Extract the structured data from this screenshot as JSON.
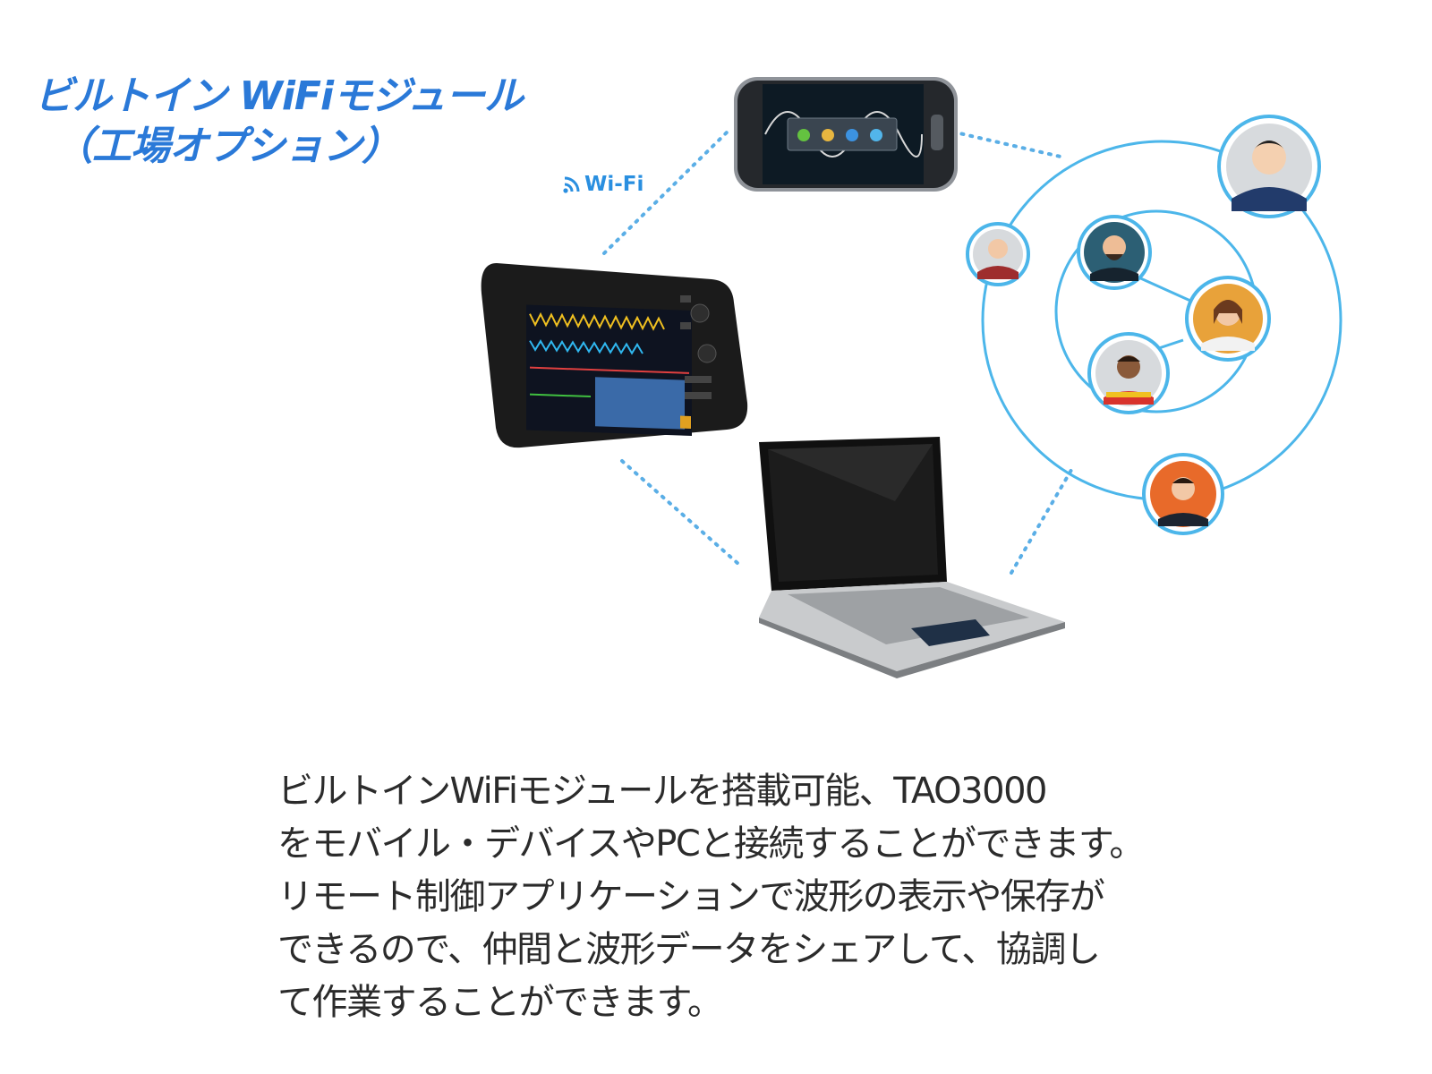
{
  "title": {
    "line1": "ビルトイン WiFiモジュール",
    "line2": "（工場オプション）"
  },
  "wifi_label": "Wi-Fi",
  "description": {
    "line1": "ビルトインWiFiモジュールを搭載可能、TAO3000",
    "line2": "をモバイル・デバイスやPCと接続することができます。",
    "line3": "リモート制御アプリケーションで波形の表示や保存が",
    "line4": "できるので、仲間と波形データをシェアして、協調し",
    "line5": "て作業することができます。"
  },
  "icons": [
    "wifi-icon",
    "oscilloscope-image",
    "smartphone-image",
    "laptop-image",
    "person-avatar-icon"
  ],
  "colors": {
    "title": "#2a79d8",
    "wifi": "#2a8fe0",
    "network_ring": "#4cb6ea",
    "dotted_link": "#5aaee6",
    "text": "#2b2b2b"
  }
}
